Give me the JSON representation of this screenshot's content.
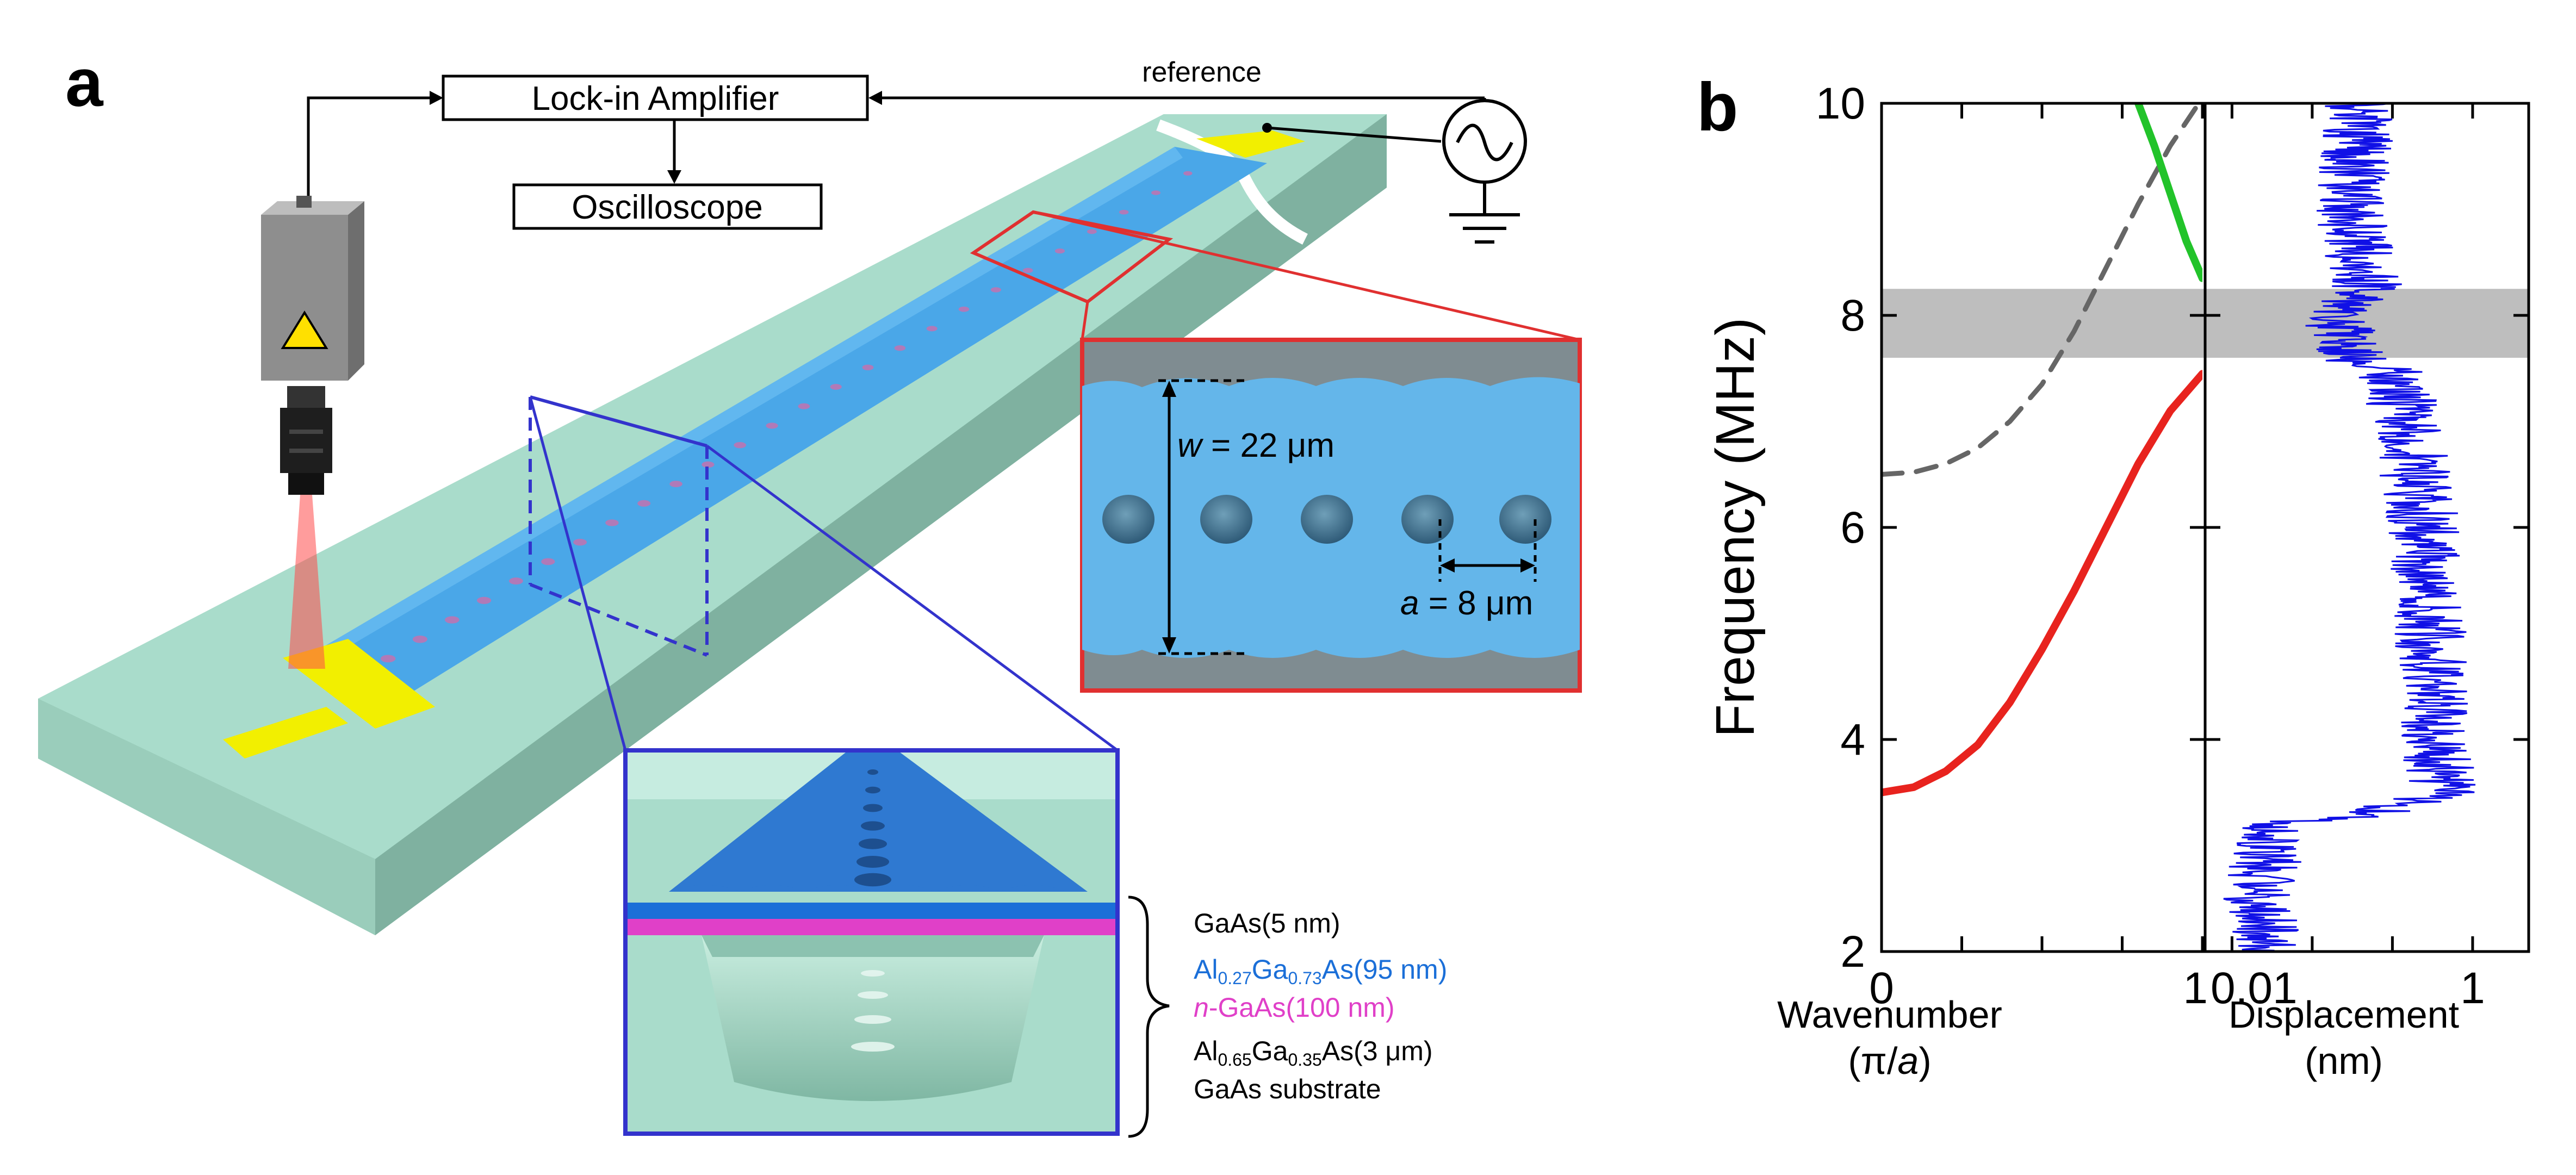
{
  "panel_a": {
    "label": "a",
    "lockin_label": "Lock-in Amplifier",
    "oscilloscope_label": "Oscilloscope",
    "reference_label": "reference",
    "sem_inset": {
      "w_symbol": "w",
      "w_value": " = 22 μm",
      "a_symbol": "a",
      "a_value": " = 8 μm"
    },
    "layer_stack": {
      "gaas_cap": "GaAs(5 nm)",
      "algaas_barrier": {
        "al": "Al",
        "al_sub": "0.27",
        "ga": "Ga",
        "ga_sub": "0.73",
        "rest": "As(95 nm)"
      },
      "n_gaas": {
        "italic_n": "n",
        "rest": "-GaAs(100 nm)"
      },
      "algaas_sacrificial": {
        "al": "Al",
        "al_sub": "0.65",
        "ga": "Ga",
        "ga_sub": "0.35",
        "rest": "As(3 μm)"
      },
      "substrate": "GaAs substrate"
    },
    "colors": {
      "beam_blue": "#4aa7e8",
      "substrate_green": "#a9dccb",
      "electrode_yellow": "#f2ef00",
      "highlight_red": "#e03030",
      "highlight_blue": "#3333cc",
      "n_gaas_magenta": "#e040c8",
      "algaas_blue": "#1b6fd8"
    }
  },
  "panel_b": {
    "label": "b",
    "ylabel": "Frequency (MHz)",
    "left_xlabel_line1": "Wavenumber",
    "left_xlabel_line2_prefix": "(π/",
    "left_xlabel_line2_italic": "a",
    "left_xlabel_line2_suffix": ")",
    "right_xlabel_line1": "Displacement",
    "right_xlabel_line2": "(nm)"
  },
  "chart_data": [
    {
      "type": "line",
      "title": "",
      "xlabel": "Wavenumber (π/a)",
      "ylabel": "Frequency (MHz)",
      "xlim": [
        0,
        1
      ],
      "ylim": [
        2,
        10
      ],
      "x_tick_labels": [
        "0",
        "1"
      ],
      "y_ticks": [
        2,
        4,
        6,
        8,
        10
      ],
      "bandgap_mhz": [
        7.6,
        8.25
      ],
      "series": [
        {
          "color": "#e8231e",
          "style": "solid",
          "x": [
            0,
            0.1,
            0.2,
            0.3,
            0.4,
            0.5,
            0.6,
            0.7,
            0.8,
            0.9,
            1.0
          ],
          "y": [
            3.5,
            3.55,
            3.7,
            3.95,
            4.35,
            4.85,
            5.4,
            6.0,
            6.6,
            7.1,
            7.45
          ]
        },
        {
          "color": "#666666",
          "style": "dashed",
          "x": [
            0,
            0.1,
            0.2,
            0.3,
            0.4,
            0.5,
            0.6,
            0.7,
            0.8,
            0.9,
            1.0
          ],
          "y": [
            6.5,
            6.52,
            6.6,
            6.75,
            7.0,
            7.35,
            7.85,
            8.45,
            9.05,
            9.6,
            10.05
          ]
        },
        {
          "color": "#22c32a",
          "style": "solid",
          "x": [
            0.8,
            0.85,
            0.9,
            0.95,
            1.0
          ],
          "y": [
            10.0,
            9.6,
            9.15,
            8.7,
            8.35
          ]
        }
      ]
    },
    {
      "type": "line",
      "xlabel": "Displacement (nm)",
      "x_scale": "log",
      "xlim": [
        0.0005,
        5
      ],
      "ylim": [
        2,
        10
      ],
      "x_tick_labels": [
        "1",
        "0.01",
        "1"
      ],
      "x_tick_values": [
        0.0005,
        0.01,
        1
      ],
      "series": [
        {
          "color": "#1010e6",
          "frequency_mhz": [
            2.0,
            2.5,
            3.0,
            3.2,
            3.3,
            3.5,
            4.0,
            5.0,
            6.0,
            7.0,
            7.5,
            7.6,
            8.0,
            8.3,
            8.5,
            9.0,
            9.5,
            10.0
          ],
          "displacement_nm": [
            0.003,
            0.002,
            0.003,
            0.004,
            0.06,
            0.4,
            0.35,
            0.3,
            0.25,
            0.15,
            0.1,
            0.03,
            0.02,
            0.05,
            0.04,
            0.03,
            0.035,
            0.04
          ]
        }
      ]
    }
  ]
}
